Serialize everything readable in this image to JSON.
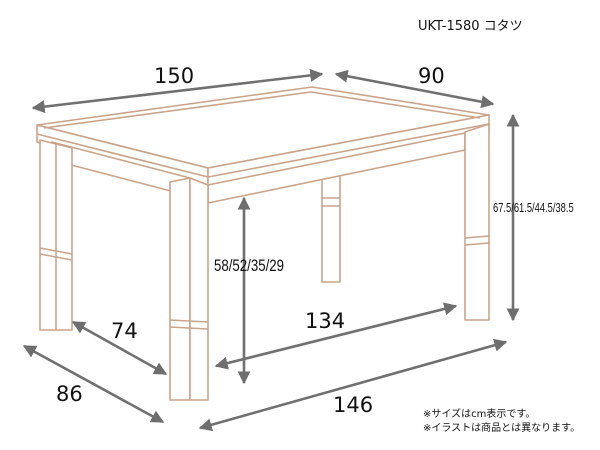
{
  "header": {
    "model_label": "UKT-1580 コタツ"
  },
  "dimensions": {
    "width_top": "150",
    "depth_top": "90",
    "height_right": "67.5/61.5/44.5/38.5",
    "height_left": "58/52/35/29",
    "inner_depth": "74",
    "inner_width": "134",
    "outer_depth": "86",
    "outer_width": "146"
  },
  "notes": [
    "※サイズはcm表示です。",
    "※イラストは商品とは異なります。"
  ],
  "colors": {
    "table_outline": "#c9a48a",
    "table_fill": "#ffffff",
    "arrow": "#707070"
  }
}
